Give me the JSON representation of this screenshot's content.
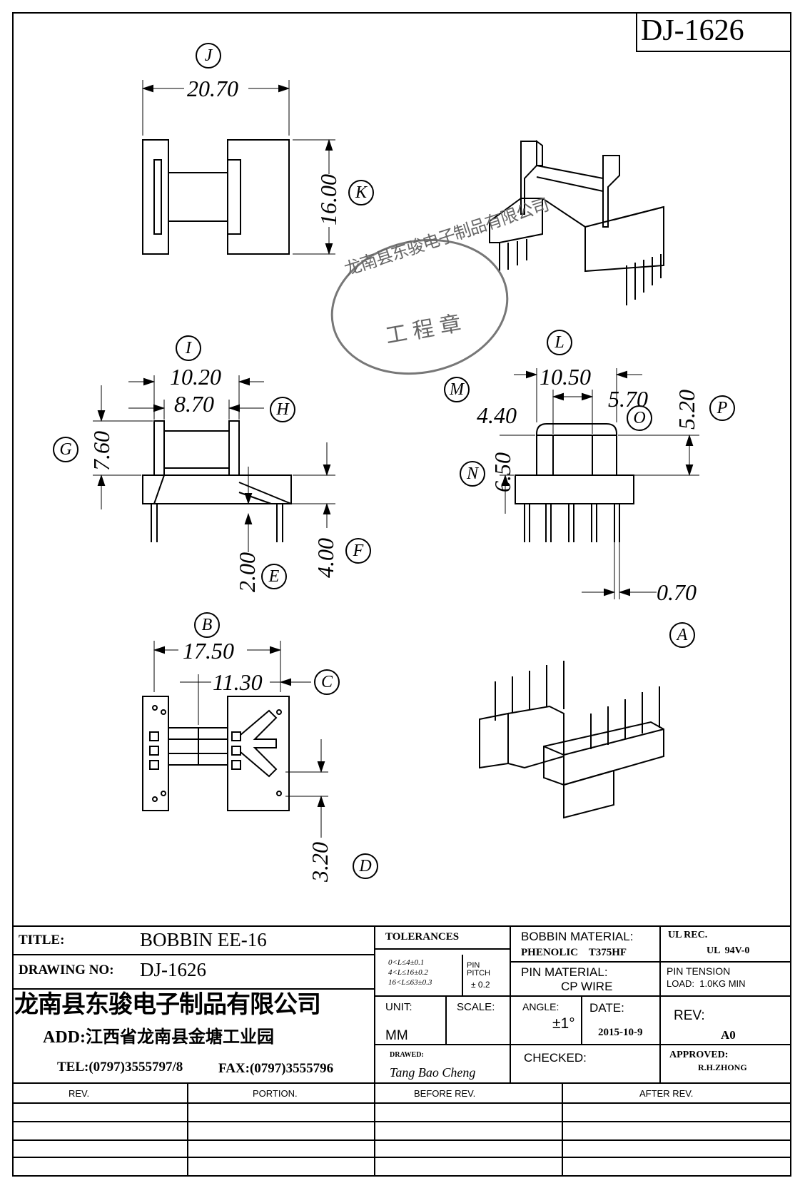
{
  "drawing_code": "DJ-1626",
  "dimensions": {
    "J": {
      "letter": "J",
      "value": "20.70"
    },
    "K": {
      "letter": "K",
      "value": "16.00"
    },
    "I": {
      "letter": "I",
      "value": "10.20"
    },
    "H": {
      "letter": "H",
      "value": "8.70"
    },
    "G": {
      "letter": "G",
      "value": "7.60"
    },
    "E": {
      "letter": "E",
      "value": "2.00"
    },
    "F": {
      "letter": "F",
      "value": "4.00"
    },
    "L": {
      "letter": "L",
      "value": "10.50"
    },
    "M": {
      "letter": "M",
      "value": "4.40"
    },
    "O": {
      "letter": "O",
      "value": "5.70"
    },
    "P": {
      "letter": "P",
      "value": "5.20"
    },
    "N": {
      "letter": "N",
      "value": "6.50"
    },
    "A": {
      "letter": "A",
      "value": "0.70"
    },
    "B": {
      "letter": "B",
      "value": "17.50"
    },
    "C": {
      "letter": "C",
      "value": "11.30"
    },
    "D": {
      "letter": "D",
      "value": "3.20"
    }
  },
  "stamp": {
    "company": "龙南县东骏电子制品有限公司",
    "label": "工 程 章"
  },
  "title_block": {
    "title_label": "TITLE:",
    "title_value": "BOBBIN EE-16",
    "drawing_no_label": "DRAWING NO:",
    "drawing_no_value": "DJ-1626",
    "company": "龙南县东骏电子制品有限公司",
    "address": "ADD:江西省龙南县金塘工业园",
    "tel": "TEL:(0797)3555797/8",
    "fax": "FAX:(0797)3555796",
    "tolerances_label": "TOLERANCES",
    "tol_1": "0<L≤4±0.1",
    "tol_2": "4<L≤16±0.2",
    "tol_3": "16<L≤63±0.3",
    "pin_pitch_label": "PIN PITCH",
    "pin_pitch_value": "± 0.2",
    "bobbin_material_label": "BOBBIN MATERIAL:",
    "bobbin_material_value": "PHENOLIC    T375HF",
    "ul_label": "UL REC.",
    "ul_value": "UL  94V-0",
    "pin_material_label": "PIN MATERIAL:",
    "pin_material_value": "CP WIRE",
    "pin_tension_label": "PIN TENSION",
    "pin_tension_value": "LOAD:  1.0KG MIN",
    "unit_label": "UNIT:",
    "unit_value": "MM",
    "scale_label": "SCALE:",
    "angle_label": "ANGLE:",
    "angle_value": "±1°",
    "date_label": "DATE:",
    "date_value": "2015-10-9",
    "rev_label": "REV:",
    "rev_value": "A0",
    "drawn_label": "DRAWED:",
    "drawn_value": "Tang Bao Cheng",
    "checked_label": "CHECKED:",
    "approved_label": "APPROVED:",
    "approved_value": "R.H.ZHONG"
  },
  "revision_table": {
    "headers": [
      "REV.",
      "PORTION.",
      "BEFORE REV.",
      "AFTER REV."
    ]
  }
}
